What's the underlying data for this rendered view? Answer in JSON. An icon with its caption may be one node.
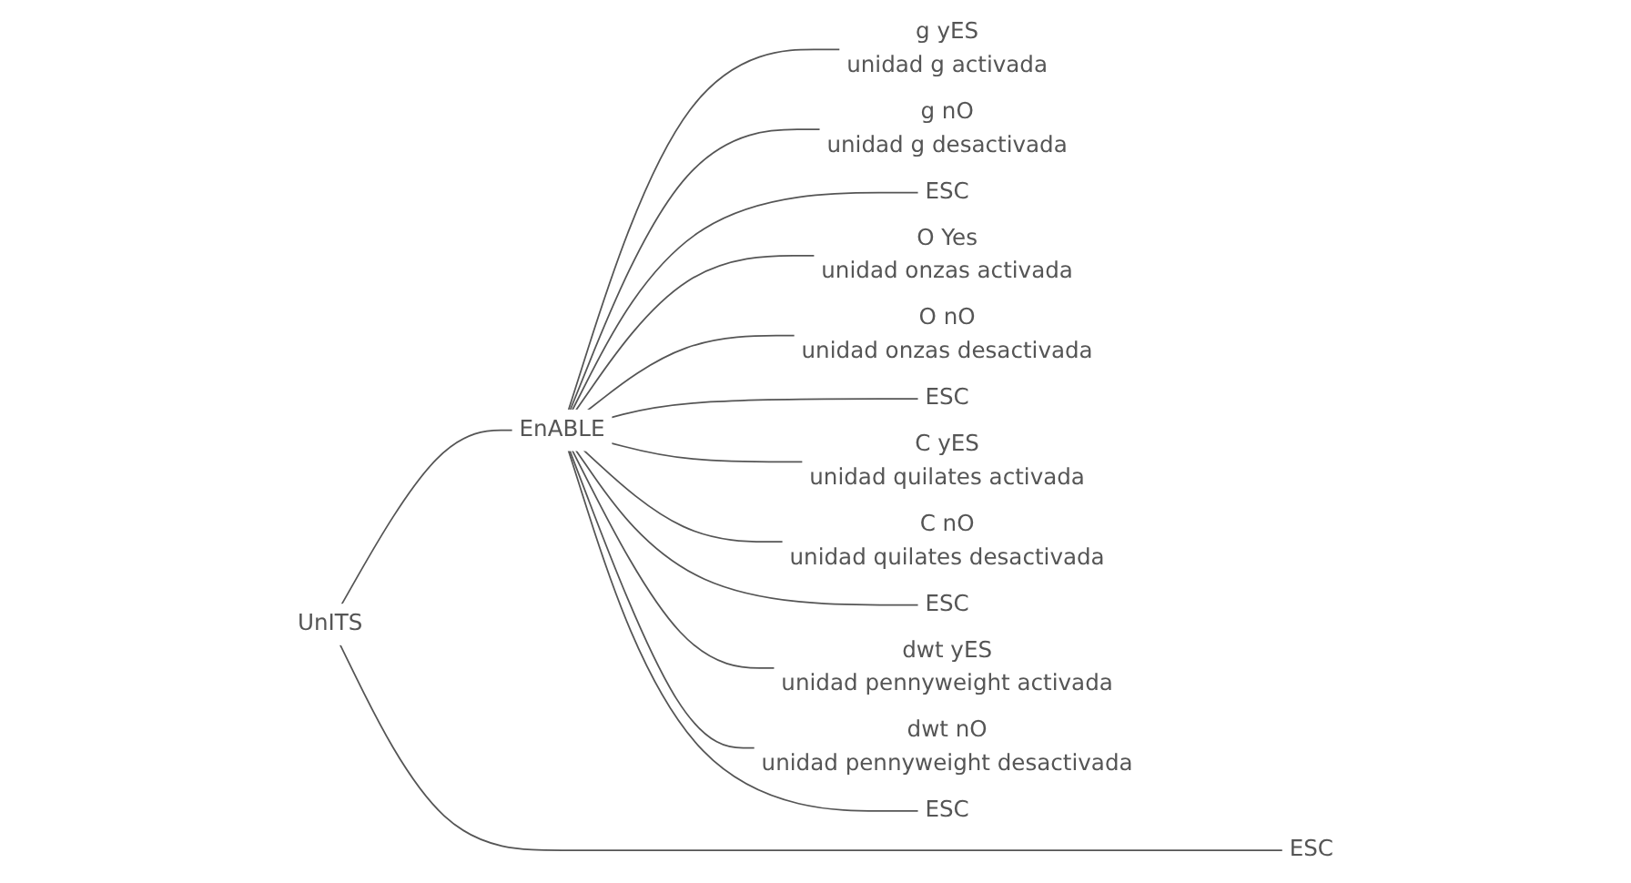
{
  "diagram": {
    "nodes": [
      {
        "text": [
          "UnITS"
        ]
      },
      {
        "text": [
          "EnABLE"
        ]
      },
      {
        "text": [
          "ESC"
        ]
      },
      {
        "text": [
          "g yES",
          "unidad g activada"
        ]
      },
      {
        "text": [
          "g nO",
          "unidad g desactivada"
        ]
      },
      {
        "text": [
          "ESC"
        ]
      },
      {
        "text": [
          "O Yes",
          "unidad onzas activada"
        ]
      },
      {
        "text": [
          "O nO",
          "unidad onzas desactivada"
        ]
      },
      {
        "text": [
          "ESC"
        ]
      },
      {
        "text": [
          "C yES",
          "unidad quilates activada"
        ]
      },
      {
        "text": [
          "C nO",
          "unidad quilates desactivada"
        ]
      },
      {
        "text": [
          "ESC"
        ]
      },
      {
        "text": [
          "dwt yES",
          "unidad pennyweight activada"
        ]
      },
      {
        "text": [
          "dwt nO",
          "unidad pennyweight desactivada"
        ]
      },
      {
        "text": [
          "ESC"
        ]
      }
    ],
    "edges": [
      {
        "from": 0,
        "to": 1,
        "arrow": "none"
      },
      {
        "from": 0,
        "to": 2,
        "arrow": "none"
      },
      {
        "from": 1,
        "to": 3,
        "arrow": "none"
      },
      {
        "from": 1,
        "to": 4,
        "arrow": "none"
      },
      {
        "from": 1,
        "to": 5,
        "arrow": "none"
      },
      {
        "from": 1,
        "to": 6,
        "arrow": "none"
      },
      {
        "from": 1,
        "to": 7,
        "arrow": "none"
      },
      {
        "from": 1,
        "to": 8,
        "arrow": "none"
      },
      {
        "from": 1,
        "to": 9,
        "arrow": "none"
      },
      {
        "from": 1,
        "to": 10,
        "arrow": "none"
      },
      {
        "from": 1,
        "to": 11,
        "arrow": "none"
      },
      {
        "from": 1,
        "to": 12,
        "arrow": "none"
      },
      {
        "from": 1,
        "to": 13,
        "arrow": "none"
      },
      {
        "from": 1,
        "to": 14,
        "arrow": "none"
      }
    ]
  }
}
